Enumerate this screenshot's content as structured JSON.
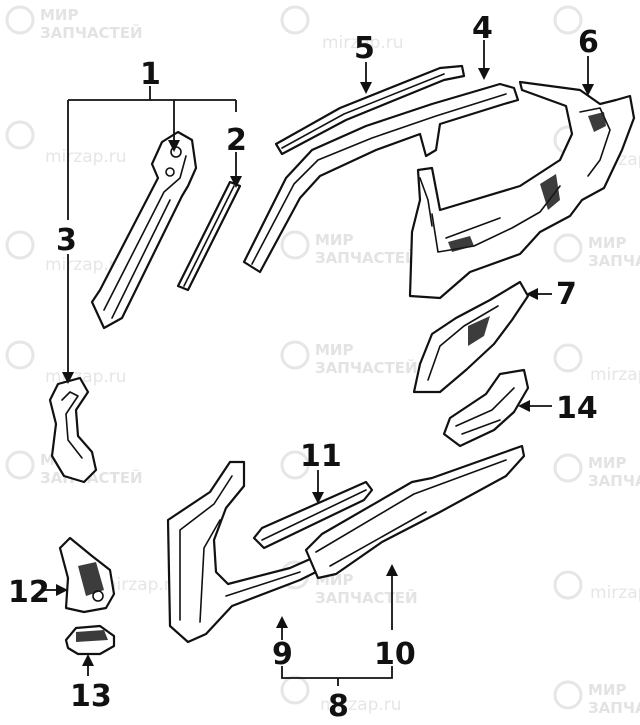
{
  "watermark": {
    "line1": "МИР",
    "line2": "ЗАПЧАСТЕЙ",
    "url": "mirzap.ru",
    "color": "#e3e3e3"
  },
  "callouts": [
    {
      "id": "1",
      "label": "1"
    },
    {
      "id": "2",
      "label": "2"
    },
    {
      "id": "3",
      "label": "3"
    },
    {
      "id": "4",
      "label": "4"
    },
    {
      "id": "5",
      "label": "5"
    },
    {
      "id": "6",
      "label": "6"
    },
    {
      "id": "7",
      "label": "7"
    },
    {
      "id": "8",
      "label": "8"
    },
    {
      "id": "9",
      "label": "9"
    },
    {
      "id": "10",
      "label": "10"
    },
    {
      "id": "11",
      "label": "11"
    },
    {
      "id": "12",
      "label": "12"
    },
    {
      "id": "13",
      "label": "13"
    },
    {
      "id": "14",
      "label": "14"
    }
  ],
  "colors": {
    "line": "#111111",
    "background": "#ffffff"
  }
}
